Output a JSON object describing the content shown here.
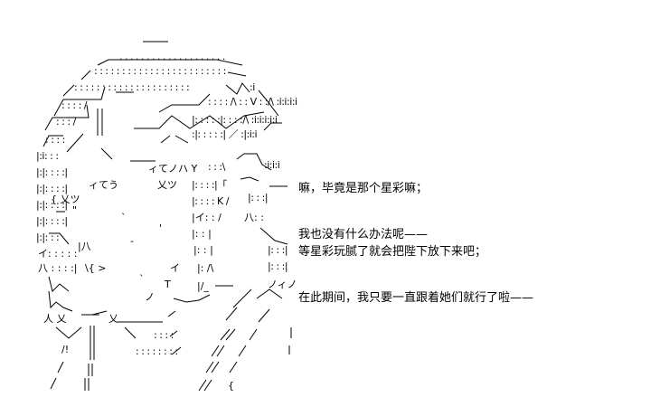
{
  "dialogue": {
    "first": [
      "嘛，毕竟是那个星彩嘛；",
      "我也没有什么办法呢——"
    ],
    "second": [
      "等星彩玩腻了就会把陛下放下来吧；",
      "在此期间，我只要一直跟着她们就行了啦——"
    ]
  },
  "art": {
    "glyphs": {
      "face_chars": "ィてう",
      "cheek_chars": "乂ツ",
      "kana_a": "ハ",
      "kana_b": "イ",
      "kana_c": "ノ"
    }
  }
}
